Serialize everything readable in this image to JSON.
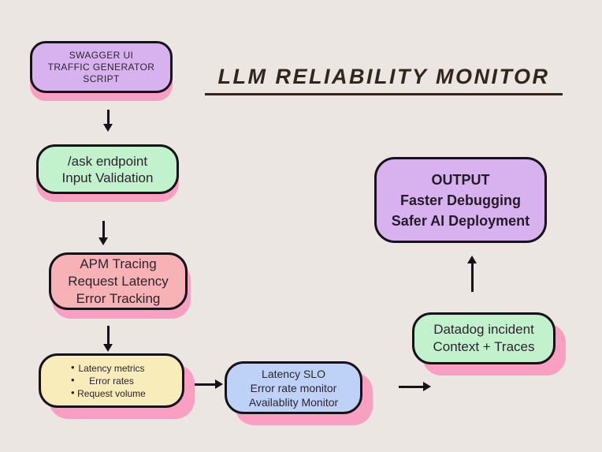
{
  "title": "LLM RELIABILITY MONITOR",
  "colors": {
    "background": "#ebe6e1",
    "node_purple": "#d7b2ef",
    "node_green": "#c2f2cc",
    "node_red": "#f7b2b6",
    "node_yellow": "#f8ecba",
    "node_blue": "#bed2f7",
    "shadow_pink": "#f89fc2",
    "outline": "#16121a",
    "title_color": "#30261c"
  },
  "nodes": {
    "swagger": {
      "lines": [
        "SWAGGER UI",
        "TRAFFIC GENERATOR",
        "SCRIPT"
      ]
    },
    "ask": {
      "lines": [
        "/ask endpoint",
        "Input Validation"
      ]
    },
    "apm": {
      "lines": [
        "APM Tracing",
        "Request Latency",
        "Error Tracking"
      ]
    },
    "metrics": {
      "bullets": [
        "Latency metrics",
        "Error rates",
        "Request volume"
      ],
      "bullet_glyph": "•"
    },
    "monitors": {
      "lines": [
        "Latency SLO",
        "Error rate monitor",
        "Availablity Monitor"
      ]
    },
    "incident": {
      "lines": [
        "Datadog incident",
        "Context + Traces"
      ]
    },
    "output": {
      "lines": [
        "OUTPUT",
        "Faster Debugging",
        "Safer AI Deployment"
      ]
    }
  }
}
